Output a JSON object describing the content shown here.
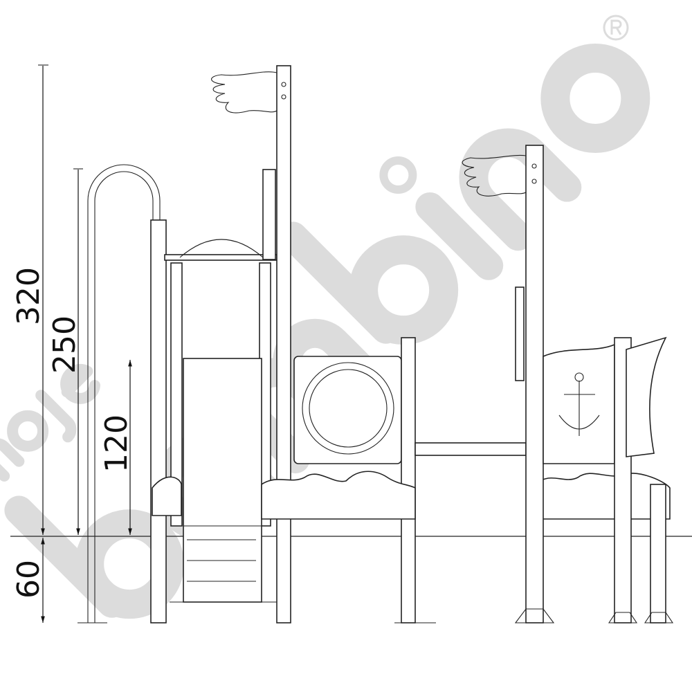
{
  "dimensions": {
    "unit_values": [
      "320",
      "250",
      "120",
      "60"
    ],
    "total_height": "320",
    "handrail_height": "250",
    "platform_height": "120",
    "foundation_depth": "60"
  },
  "watermark": {
    "brand_small": "moje",
    "brand_large": "bambino",
    "registered": "®",
    "color": "#dcdcdc"
  }
}
